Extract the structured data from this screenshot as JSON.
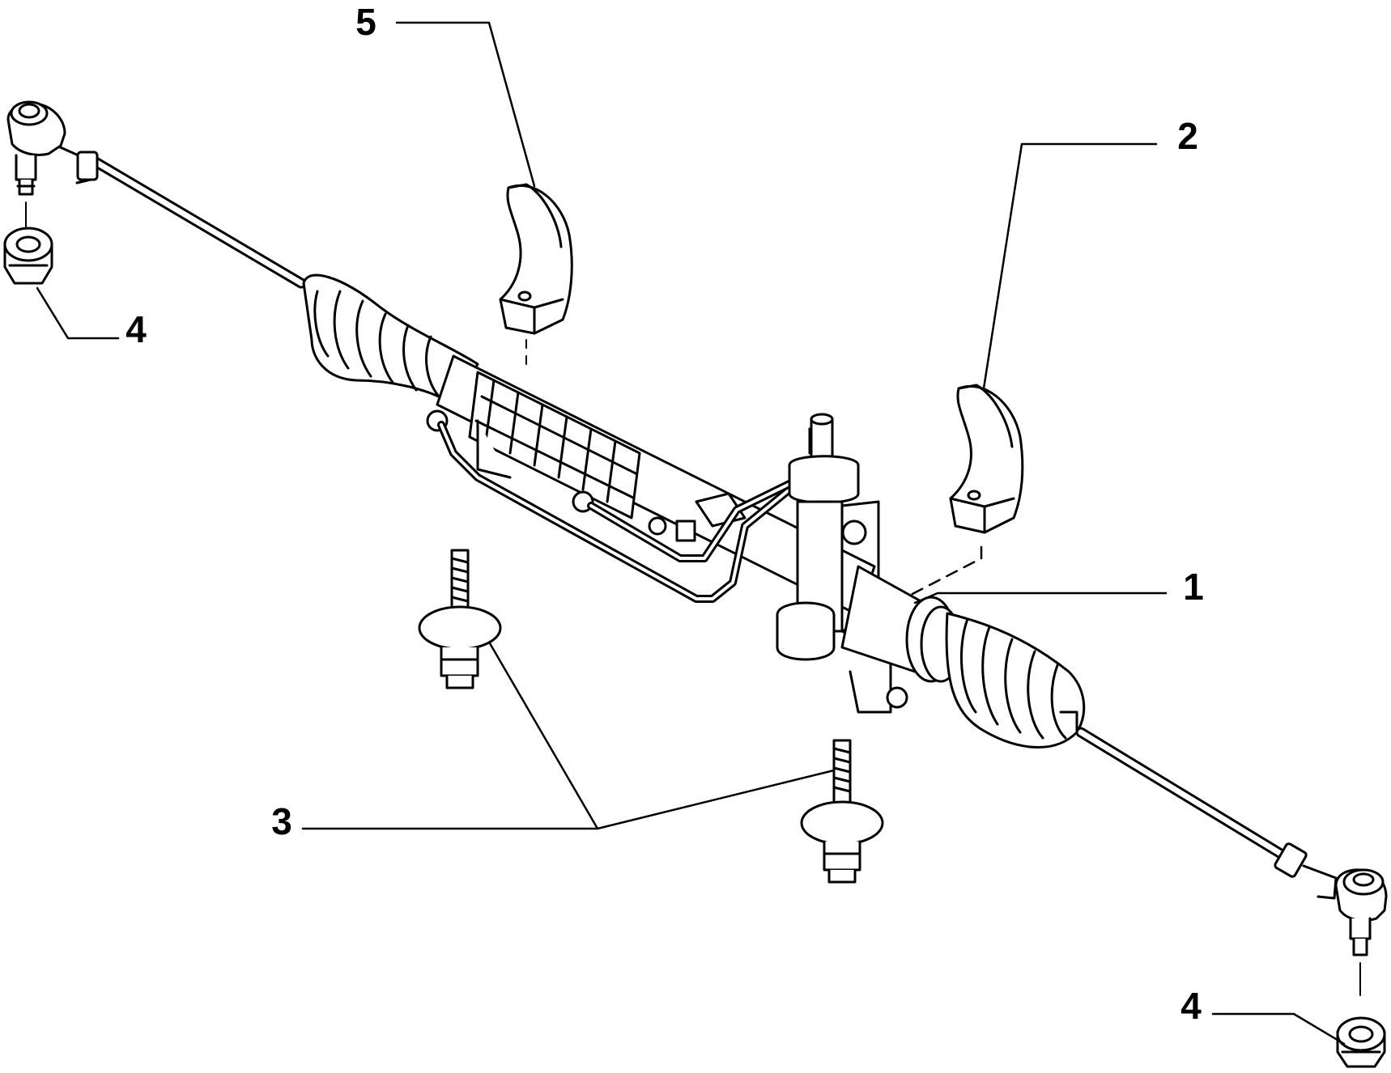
{
  "diagram": {
    "callouts": [
      {
        "id": "c5",
        "label": "5"
      },
      {
        "id": "c2",
        "label": "2"
      },
      {
        "id": "c4a",
        "label": "4"
      },
      {
        "id": "c1",
        "label": "1"
      },
      {
        "id": "c3",
        "label": "3"
      },
      {
        "id": "c4b",
        "label": "4"
      }
    ]
  }
}
